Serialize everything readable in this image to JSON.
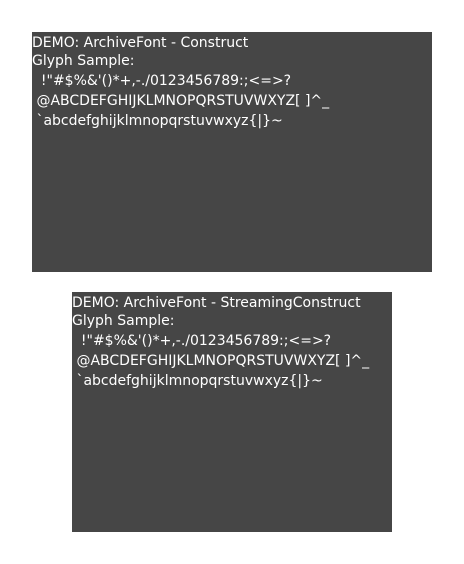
{
  "panels": [
    {
      "title": "DEMO: ArchiveFont - Construct",
      "glyph_label": "Glyph Sample:",
      "row1": "  !\"#$%&'()*+,-./0123456789:;<=>?",
      "row2": " @ABCDEFGHIJKLMNOPQRSTUVWXYZ[ ]^_",
      "row3": " `abcdefghijklmnopqrstuvwxyz{|}~"
    },
    {
      "title": "DEMO: ArchiveFont - StreamingConstruct",
      "glyph_label": "Glyph Sample:",
      "row1": "  !\"#$%&'()*+,-./0123456789:;<=>?",
      "row2": " @ABCDEFGHIJKLMNOPQRSTUVWXYZ[ ]^_",
      "row3": " `abcdefghijklmnopqrstuvwxyz{|}~"
    }
  ],
  "colors": {
    "panel_background": "#464646",
    "text": "#ffffff",
    "page_background": "#ffffff"
  }
}
